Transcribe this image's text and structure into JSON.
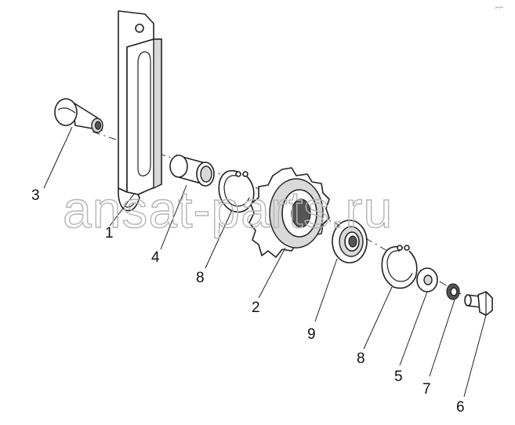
{
  "watermark": "ansat-parts.ru",
  "corner_mark": "⌐⌐",
  "callouts": {
    "c1": "1",
    "c2": "2",
    "c3": "3",
    "c4": "4",
    "c5": "5",
    "c6": "6",
    "c7": "7",
    "c8a": "8",
    "c8b": "8",
    "c9": "9"
  }
}
